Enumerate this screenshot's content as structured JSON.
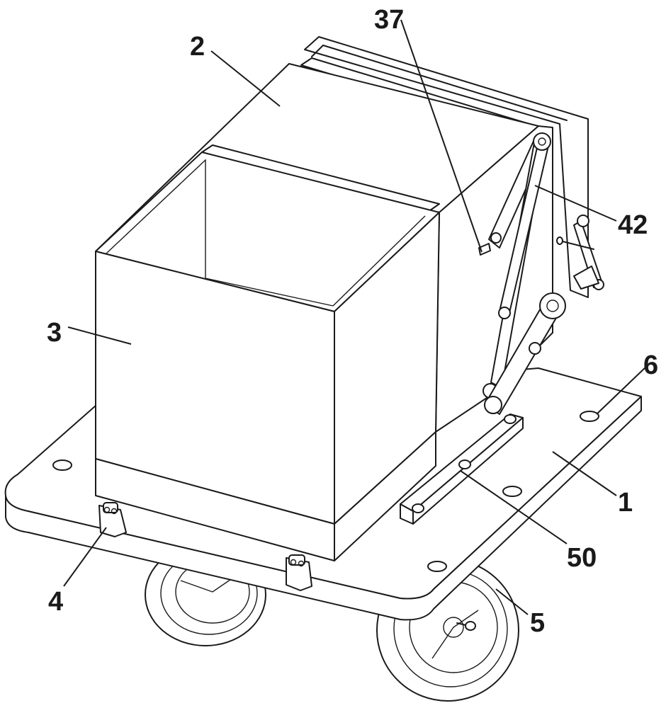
{
  "figure": {
    "labels": [
      {
        "id": "37",
        "text": "37"
      },
      {
        "id": "2",
        "text": "2"
      },
      {
        "id": "42",
        "text": "42"
      },
      {
        "id": "3",
        "text": "3"
      },
      {
        "id": "6",
        "text": "6"
      },
      {
        "id": "1",
        "text": "1"
      },
      {
        "id": "50",
        "text": "50"
      },
      {
        "id": "4",
        "text": "4"
      },
      {
        "id": "5",
        "text": "5"
      }
    ]
  }
}
